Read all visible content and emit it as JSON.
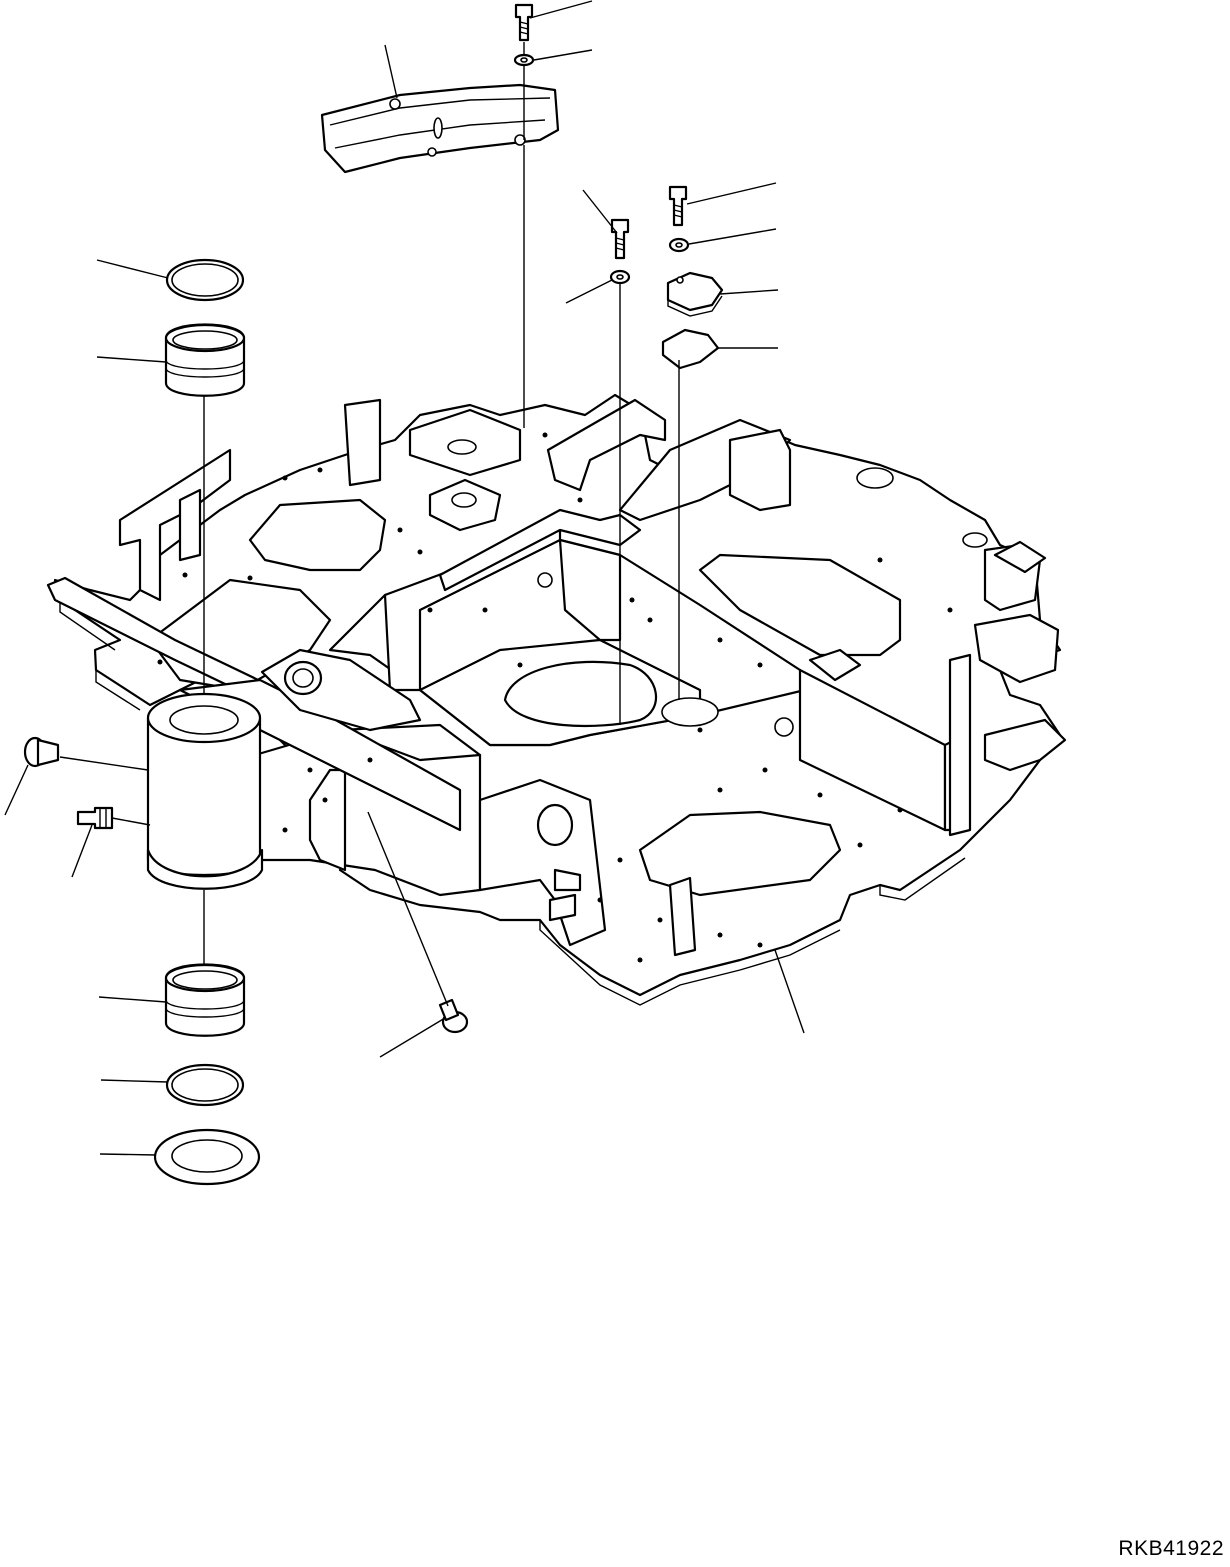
{
  "drawing": {
    "code": "RKB41922",
    "parts": [
      {
        "name": "revolving-frame",
        "icon": "revolving-frame-icon"
      },
      {
        "name": "cover-bracket",
        "icon": "cover-bracket-icon"
      },
      {
        "name": "bolt",
        "icon": "bolt-icon"
      },
      {
        "name": "washer",
        "icon": "washer-icon"
      },
      {
        "name": "cover-plate",
        "icon": "plate-icon"
      },
      {
        "name": "bushing",
        "icon": "bushing-icon"
      },
      {
        "name": "seal-ring",
        "icon": "ring-icon"
      },
      {
        "name": "shim",
        "icon": "shim-icon"
      },
      {
        "name": "grease-fitting",
        "icon": "grease-fitting-icon"
      },
      {
        "name": "plug",
        "icon": "plug-icon"
      }
    ]
  }
}
